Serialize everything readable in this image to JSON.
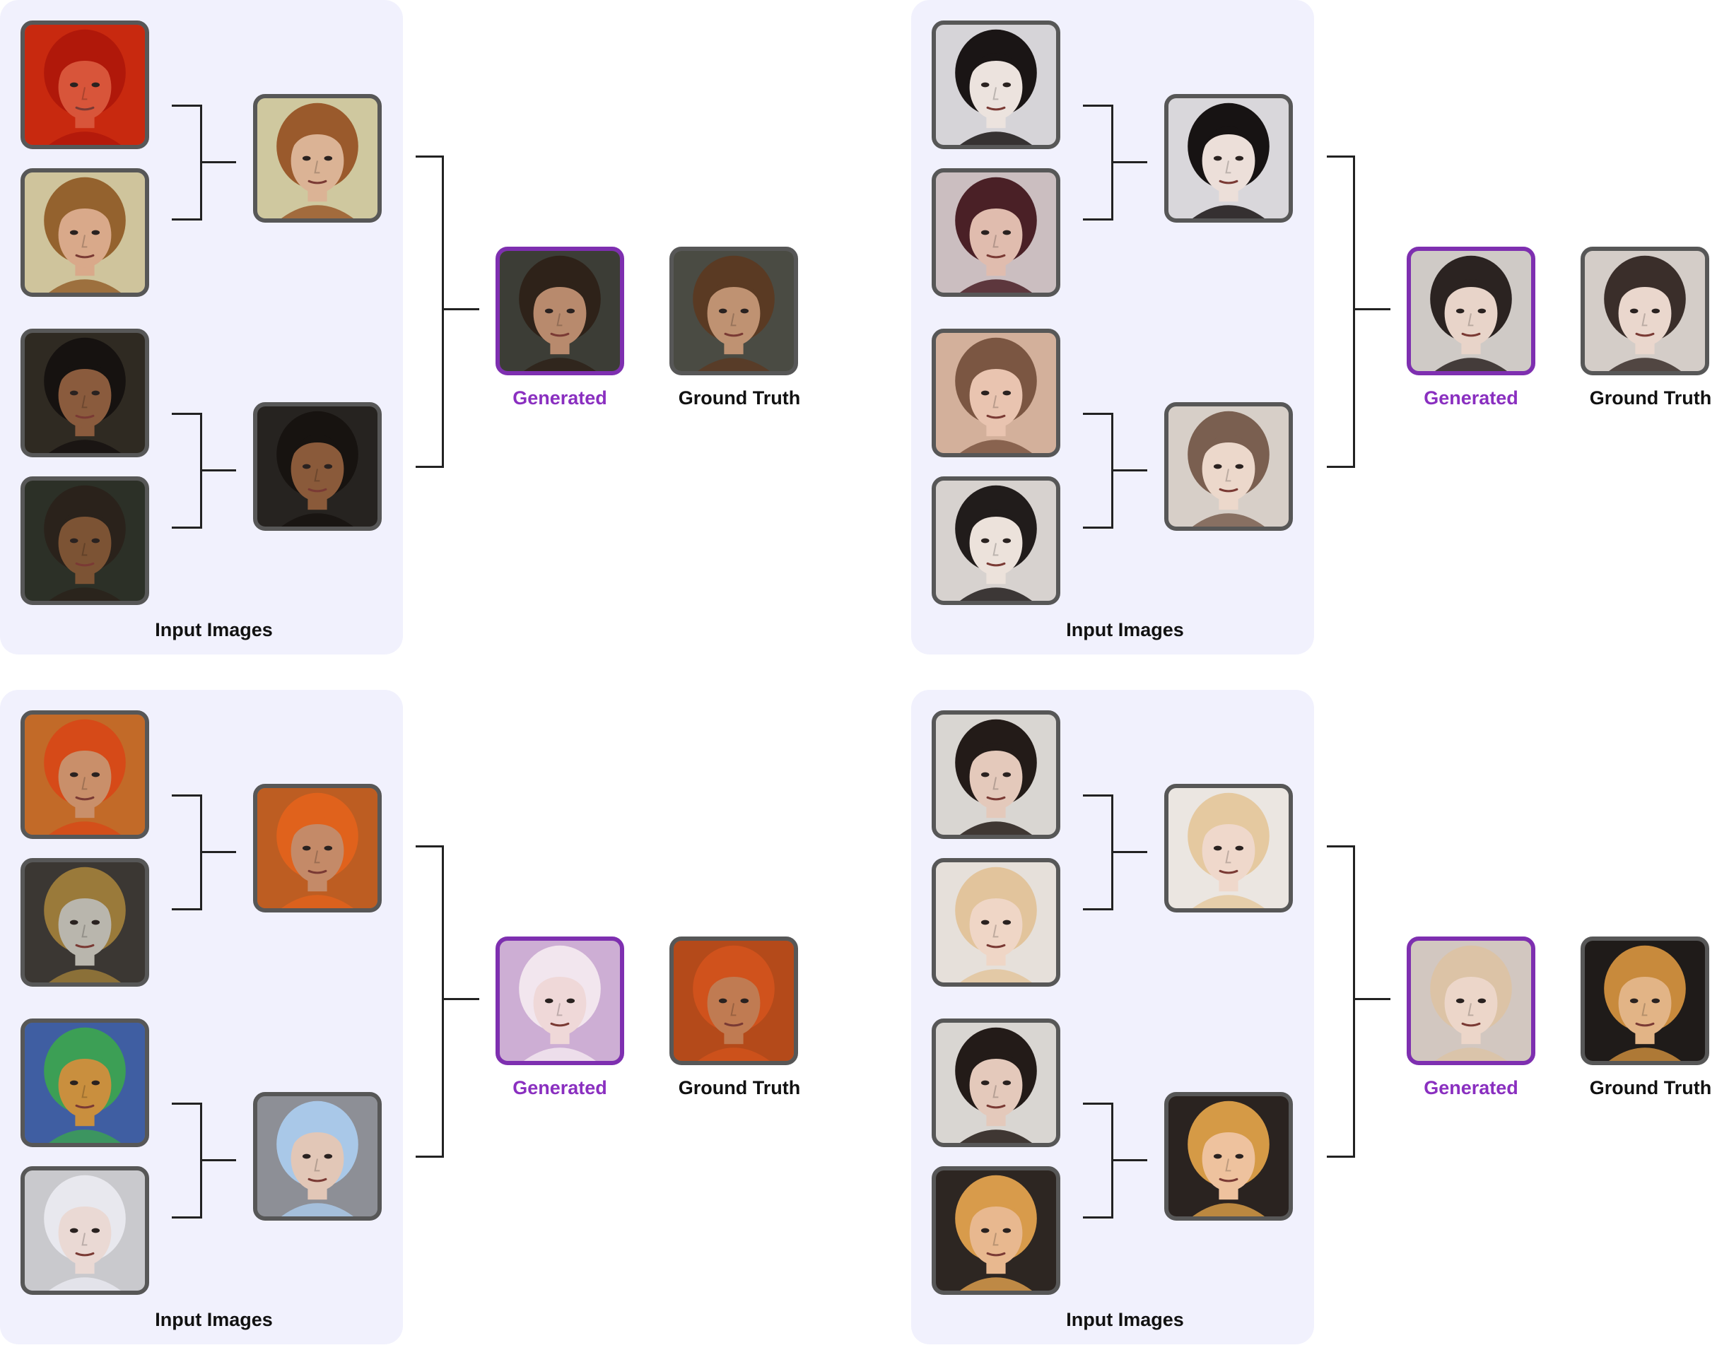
{
  "labels": {
    "input_images": "Input Images",
    "generated": "Generated",
    "ground_truth": "Ground Truth"
  },
  "colors": {
    "panel_background": "#f1f1fd",
    "thumbnail_border": "#575757",
    "generated_border": "#7e2fb0",
    "generated_text": "#8a2fc0",
    "connector": "#222222"
  },
  "panels": [
    {
      "inputs": [
        {
          "bg": "#c8290f",
          "face": "#d8553a",
          "hair": "#b0180a"
        },
        {
          "bg": "#cfc49c",
          "face": "#d9a98a",
          "hair": "#94622e"
        },
        {
          "bg": "#2f2a22",
          "face": "#8a5b3d",
          "hair": "#161210"
        },
        {
          "bg": "#2c3027",
          "face": "#7c5334",
          "hair": "#2a221b"
        }
      ],
      "merged": [
        {
          "bg": "#cfc89f",
          "face": "#dbb395",
          "hair": "#9a5a2c"
        },
        {
          "bg": "#262320",
          "face": "#8a5a3a",
          "hair": "#171310"
        }
      ],
      "generated": {
        "bg": "#3c3d36",
        "face": "#b88a6d",
        "hair": "#2e2219"
      },
      "ground_truth": {
        "bg": "#4a4b43",
        "face": "#bf9272",
        "hair": "#5a3a23"
      }
    },
    {
      "inputs": [
        {
          "bg": "#d6d4d8",
          "face": "#ece3de",
          "hair": "#1a1515"
        },
        {
          "bg": "#cbbec0",
          "face": "#e0bcae",
          "hair": "#4a2026"
        },
        {
          "bg": "#d3b09b",
          "face": "#e9c4b0",
          "hair": "#7b5642"
        },
        {
          "bg": "#d7d2cf",
          "face": "#ece2db",
          "hair": "#211c1b"
        }
      ],
      "merged": [
        {
          "bg": "#d9d7db",
          "face": "#ecdfd9",
          "hair": "#171313"
        },
        {
          "bg": "#d7cfc8",
          "face": "#ecd8cb",
          "hair": "#7a5f50"
        }
      ],
      "generated": {
        "bg": "#cfcac6",
        "face": "#e8d4c9",
        "hair": "#2b2321"
      },
      "ground_truth": {
        "bg": "#d4cdc8",
        "face": "#ead7cd",
        "hair": "#3a2e2a"
      }
    },
    {
      "inputs": [
        {
          "bg": "#c26a28",
          "face": "#c98f6a",
          "hair": "#d64a18"
        },
        {
          "bg": "#3b3733",
          "face": "#b9b6ad",
          "hair": "#9a7a3a"
        },
        {
          "bg": "#3f5ea2",
          "face": "#c98f3e",
          "hair": "#3c9f55"
        },
        {
          "bg": "#c9c9cd",
          "face": "#ead9d4",
          "hair": "#e8e8ee"
        }
      ],
      "merged": [
        {
          "bg": "#bd5d22",
          "face": "#c48a68",
          "hair": "#e0621c"
        },
        {
          "bg": "#8d8f96",
          "face": "#e2c7b7",
          "hair": "#a9c8e8"
        }
      ],
      "generated": {
        "bg": "#cdaed4",
        "face": "#efd8d8",
        "hair": "#f2e6ee"
      },
      "ground_truth": {
        "bg": "#b44a1a",
        "face": "#c07b52",
        "hair": "#d0521c"
      }
    },
    {
      "inputs": [
        {
          "bg": "#d9d6d2",
          "face": "#e4c9bb",
          "hair": "#231b18"
        },
        {
          "bg": "#e6e0da",
          "face": "#efd6c6",
          "hair": "#e2c49c"
        },
        {
          "bg": "#d9d6d2",
          "face": "#e4c9bb",
          "hair": "#231b18"
        },
        {
          "bg": "#2d2622",
          "face": "#e8b88f",
          "hair": "#d89b4b"
        }
      ],
      "merged": [
        {
          "bg": "#ebe6e1",
          "face": "#efd8cb",
          "hair": "#e5c9a0"
        },
        {
          "bg": "#2a2320",
          "face": "#eec29e",
          "hair": "#d59a46"
        }
      ],
      "generated": {
        "bg": "#d2c7c0",
        "face": "#ecd6c9",
        "hair": "#dcc3a6"
      },
      "ground_truth": {
        "bg": "#1f1b19",
        "face": "#e2b486",
        "hair": "#c88a3c"
      }
    }
  ]
}
